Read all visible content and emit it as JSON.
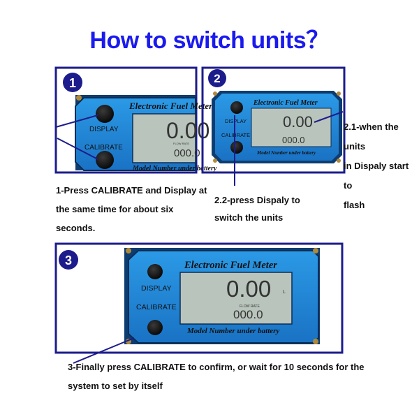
{
  "title": "How to switch units？",
  "steps": [
    {
      "number": "1",
      "caption_lines": [
        "1-Press CALIBRATE and Display at",
        "the same time for about six",
        "seconds."
      ]
    },
    {
      "number": "2",
      "caption_a_lines": [
        "2.1-when the units",
        "in Dispaly start to",
        "flash"
      ],
      "caption_b_lines": [
        "2.2-press Dispaly to",
        "switch the units"
      ]
    },
    {
      "number": "3",
      "caption_lines": [
        "3-Finally press CALIBRATE to confirm, or wait for 10 seconds for the",
        "system to set by itself"
      ]
    }
  ],
  "meter": {
    "brand": "Electronic Fuel Meter",
    "display_button": "DISPLAY",
    "calibrate_button": "CALIBRATE",
    "reading": "0.00",
    "unit": "L",
    "flow_rate_label": "FLOW RATE",
    "flow_rate": "000.0",
    "footer": "Model Number under battery"
  },
  "colors": {
    "title": "#1a1aee",
    "frame": "#1c1c8c",
    "meter_body": "#1f8bd6",
    "lcd": "#b9c4bc"
  }
}
